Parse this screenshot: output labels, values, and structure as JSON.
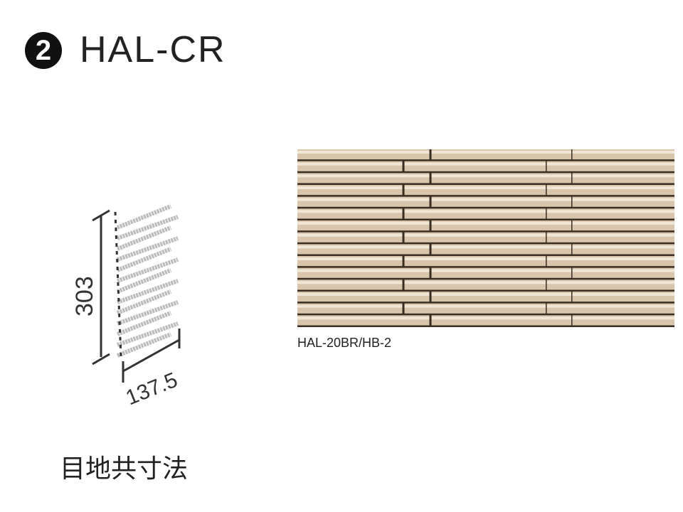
{
  "header": {
    "number": "2",
    "title": "HAL-CR"
  },
  "tile_image": {
    "caption": "HAL-20BR/HB-2",
    "rows": 15,
    "colors": {
      "tile": "#d8c5ac",
      "highlight": "#f0e6d6",
      "joint": "#3a2e22"
    }
  },
  "diagram": {
    "height_label": "303",
    "width_label": "137.5"
  },
  "footer": {
    "label": "目地共寸法"
  }
}
